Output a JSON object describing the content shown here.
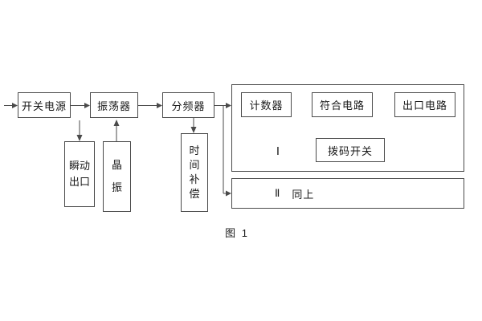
{
  "diagram": {
    "caption": "图 1",
    "blocks": {
      "power": "开关电源",
      "oscillator": "振荡器",
      "divider": "分频器",
      "instant_output": [
        "瞬动",
        "出口"
      ],
      "crystal": [
        "晶",
        "振"
      ],
      "time_compensation": [
        "时",
        "间",
        "补",
        "偿"
      ],
      "counter": "计数器",
      "coincidence": "符合电路",
      "output": "出口电路",
      "dip_switch": "拨码开关",
      "group1_numeral": "Ⅰ",
      "group2_numeral": "Ⅱ",
      "group2_text": "同上"
    },
    "colors": {
      "line": "#4a4a4a",
      "background": "#ffffff",
      "text": "#1a1a1a"
    }
  }
}
